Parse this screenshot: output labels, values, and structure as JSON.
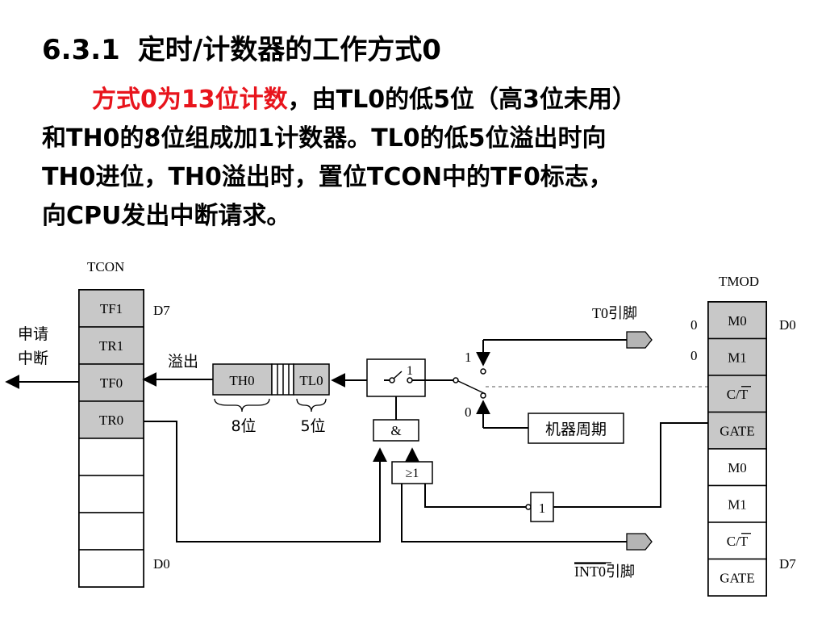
{
  "title": {
    "number": "6.3.1",
    "text": "定时/计数器的工作方式0"
  },
  "paragraph": {
    "highlight": "方式0为13位计数",
    "line1_rest": "，由TL0的低5位（高3位未用）",
    "line2": "和TH0的8位组成加1计数器。TL0的低5位溢出时向",
    "line3": "TH0进位，TH0溢出时，置位TCON中的TF0标志，",
    "line4": "向CPU发出中断请求。"
  },
  "diagram": {
    "tcon": {
      "label": "TCON",
      "bits": [
        "TF1",
        "TR1",
        "TF0",
        "TR0",
        "",
        "",
        "",
        ""
      ],
      "highlighted": [
        0,
        1,
        2,
        3
      ],
      "top_bit": "D7",
      "bottom_bit": "D0"
    },
    "tmod": {
      "label": "TMOD",
      "bits": [
        "M0",
        "M1",
        "C/T",
        "GATE",
        "M0",
        "M1",
        "C/T",
        "GATE"
      ],
      "highlighted": [
        0,
        1,
        2,
        3
      ],
      "top_bit": "D0",
      "bottom_bit": "D7",
      "m0_value": "0",
      "m1_value": "0"
    },
    "interrupt_request": {
      "line1": "申请",
      "line2": "中断"
    },
    "overflow_label": "溢出",
    "th0": "TH0",
    "tl0": "TL0",
    "th0_bits": "8位",
    "tl0_bits": "5位",
    "switch_upper": "1",
    "switch_lower": "0",
    "switch_control": "1",
    "and_gate": "&",
    "or_gate": "≥1",
    "not_gate": "1",
    "t0_pin": "T0引脚",
    "machine_cycle": "机器周期",
    "int0_pin_overline": "INT0",
    "int0_pin_suffix": "引脚",
    "colors": {
      "highlight": "#c8c8c8",
      "line": "#000000",
      "dashed": "#777777",
      "pin": "#b5b5b5",
      "accent": "#e8141c"
    }
  }
}
